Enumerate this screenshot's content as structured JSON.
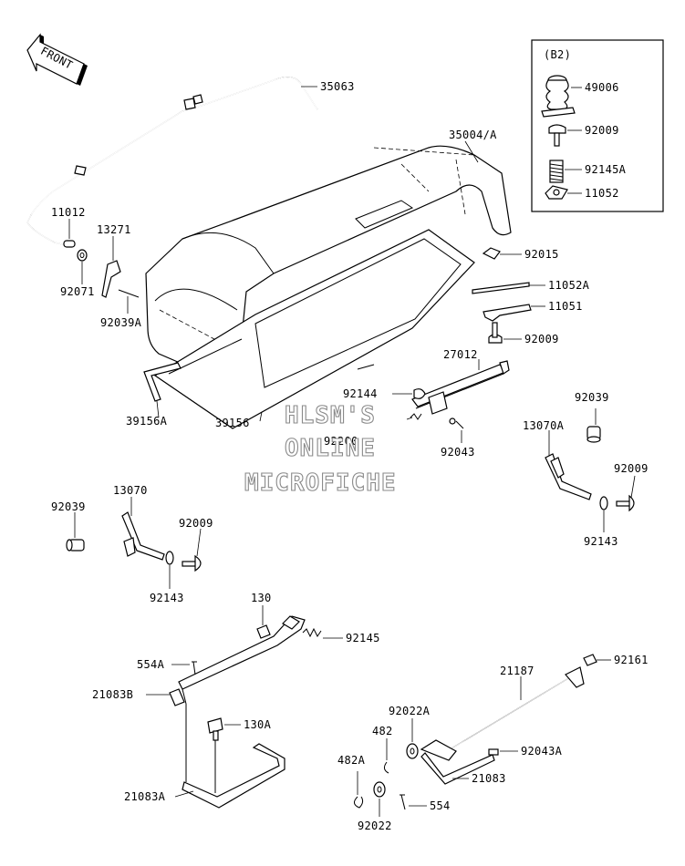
{
  "front_arrow": {
    "label": "FRONT"
  },
  "inset": {
    "title": "(B2)",
    "labels": [
      "49006",
      "92009",
      "92145A",
      "11052"
    ]
  },
  "labels": {
    "p35063": "35063",
    "p35004A": "35004/A",
    "p11012": "11012",
    "p13271": "13271",
    "p92071": "92071",
    "p92039A": "92039A",
    "p92015": "92015",
    "p11052A": "11052A",
    "p11051": "11051",
    "p92009_main": "92009",
    "p27012": "27012",
    "p92144": "92144",
    "p92043": "92043",
    "p39156A": "39156A",
    "p39156": "39156",
    "p92200": "92200",
    "p92039_right": "92039",
    "p13070A": "13070A",
    "p92009_right": "92009",
    "p92143_right": "92143",
    "p92039_left": "92039",
    "p13070": "13070",
    "p92009_left": "92009",
    "p92143_left": "92143",
    "p130": "130",
    "p92145": "92145",
    "p554A": "554A",
    "p21083B": "21083B",
    "p130A": "130A",
    "p21083A": "21083A",
    "p21187": "21187",
    "p92161": "92161",
    "p92022A": "92022A",
    "p482": "482",
    "p92043A": "92043A",
    "p482A": "482A",
    "p21083": "21083",
    "p554": "554",
    "p92022": "92022"
  },
  "watermark": {
    "line1": "HLSM'S",
    "line2": "ONLINE",
    "line3": "MICROFICHE"
  }
}
